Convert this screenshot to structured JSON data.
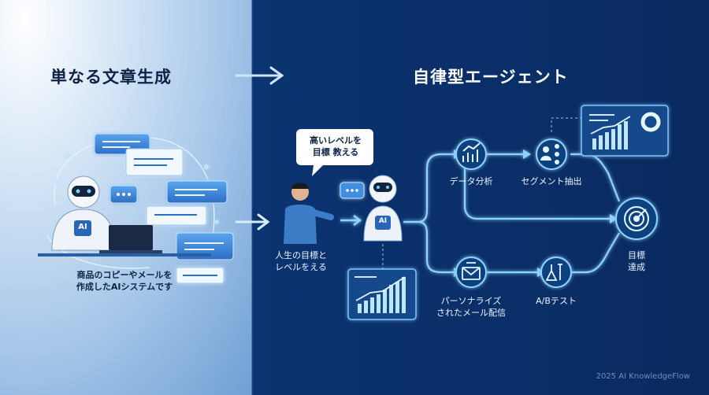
{
  "left": {
    "title": "単なる文章生成",
    "caption_line1": "商品のコピーやメールを",
    "caption_line2": "作成したAIシステムです",
    "robot_chip": "AI"
  },
  "right": {
    "title": "自律型エージェント",
    "speech_line1": "高いレベルを",
    "speech_line2": "目標 教える",
    "human_line1": "人生の目標と",
    "human_line2": "レベルをえる",
    "robot_chip": "AI",
    "nodes": {
      "data_analysis": "データ分析",
      "segment": "セグメント抽出",
      "personalize_line1": "パーソナライズ",
      "personalize_line2": "されたメール配信",
      "ab_test": "A/Bテスト",
      "goal_line1": "目標",
      "goal_line2": "達成"
    }
  },
  "footer": "2025 AI KnowledgeFlow",
  "colors": {
    "accent": "#4fb3ff",
    "glow": "#8fd3ff",
    "left_bg": "#a9c9ea",
    "right_bg": "#0b3370"
  },
  "icons": [
    "robot-icon",
    "laptop-icon",
    "chat-bubble-icon",
    "person-icon",
    "bar-chart-icon",
    "users-icon",
    "email-icon",
    "flask-icon",
    "target-icon",
    "dashboard-icon"
  ]
}
